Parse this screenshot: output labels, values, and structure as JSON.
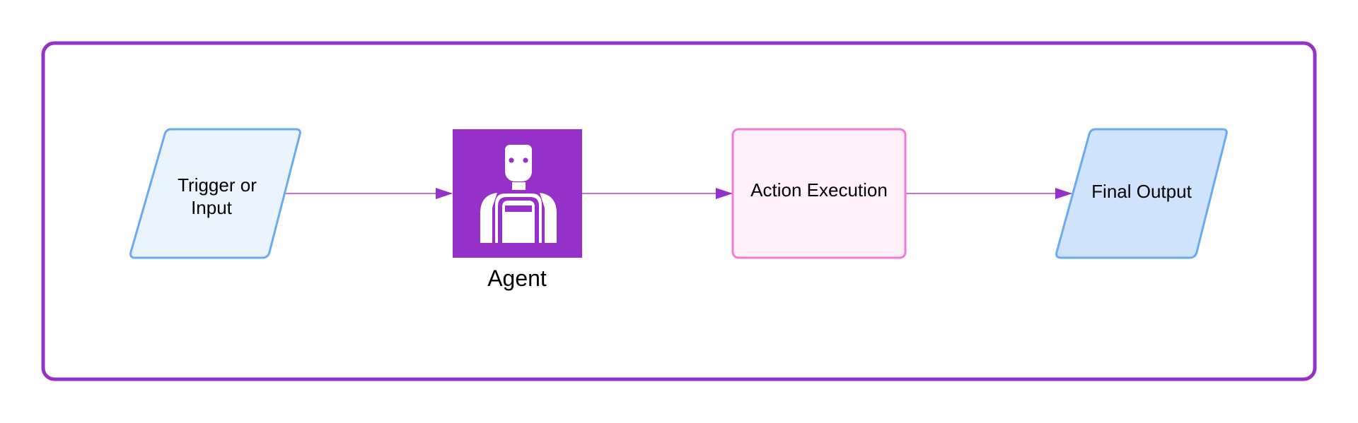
{
  "diagram": {
    "nodes": {
      "trigger": {
        "line1": "Trigger or",
        "line2": "Input"
      },
      "agent": {
        "caption": "Agent",
        "icon": "robot-icon"
      },
      "action": {
        "label": "Action Execution"
      },
      "output": {
        "label": "Final Output"
      }
    },
    "colors": {
      "container_border": "#9530c8",
      "agent_fill": "#9530c8",
      "connector": "#b044d6",
      "input_fill": "#eaf4fe",
      "input_border": "#6aaaf0",
      "action_fill": "#fff0fa",
      "action_border": "#f07ad8",
      "output_fill": "#cfe3fc",
      "output_border": "#6aaaf0"
    }
  }
}
